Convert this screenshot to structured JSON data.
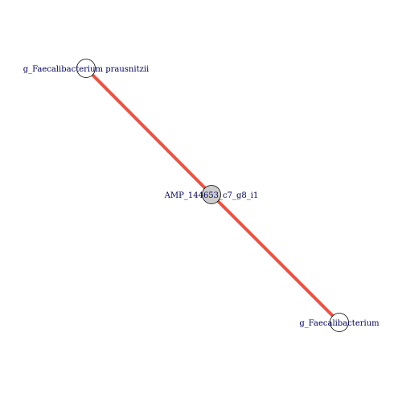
{
  "graph": {
    "nodes": [
      {
        "id": "center",
        "label": "AMP_144653_c7_g8_i1",
        "fill": "#cccccc",
        "stroke": "#000000"
      },
      {
        "id": "species",
        "label": "g_Faecalibacterium prausnitzii",
        "fill": "#ffffff",
        "stroke": "#000000"
      },
      {
        "id": "genus",
        "label": "g_Faecalibacterium",
        "fill": "#ffffff",
        "stroke": "#000000"
      }
    ],
    "edges": [
      {
        "from": "species",
        "to": "center",
        "color": "#f05040"
      },
      {
        "from": "center",
        "to": "genus",
        "color": "#f05040"
      }
    ],
    "label_color": "#00005c"
  }
}
